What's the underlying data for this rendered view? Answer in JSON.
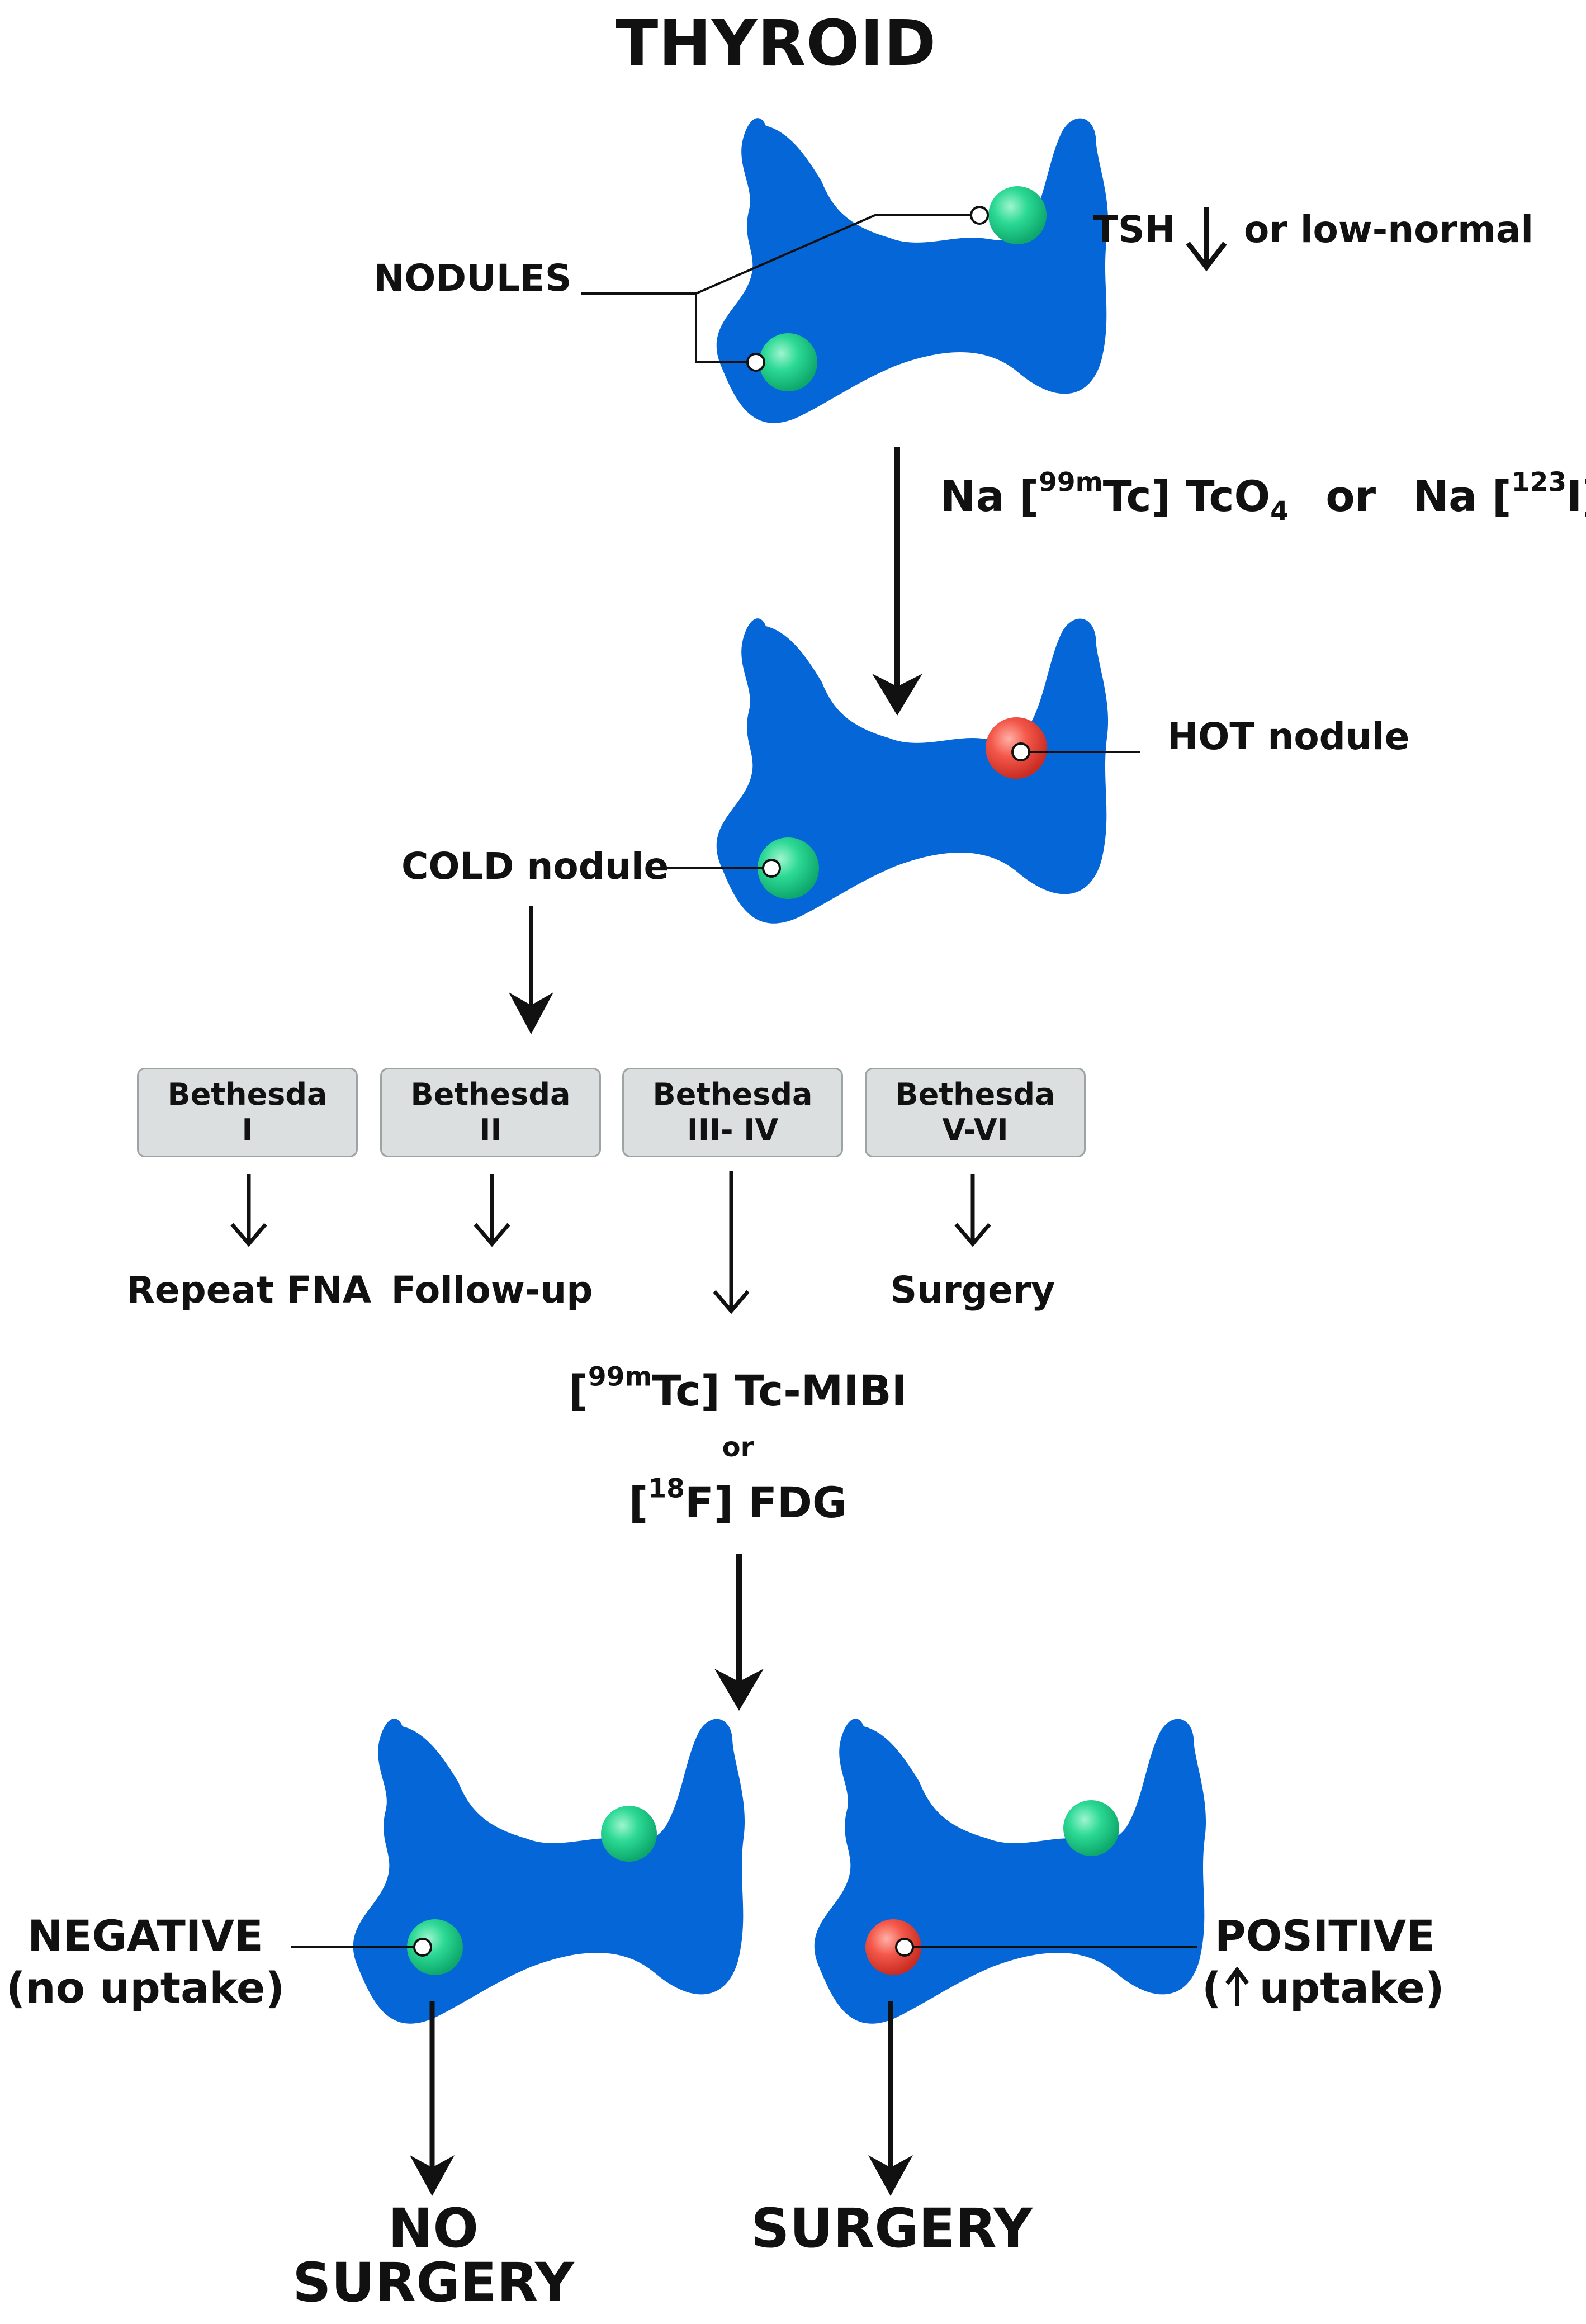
{
  "title": "THYROID",
  "labels": {
    "nodules": "NODULES",
    "tsh": "TSH",
    "low_normal": "or low-normal",
    "tracer1_a": "Na [",
    "tracer1_sup": "99m",
    "tracer1_b": "Tc] TcO",
    "tracer1_sub": "4",
    "tracer_or": "or",
    "tracer2_a": "Na [",
    "tracer2_sup": "123",
    "tracer2_b": "I] I",
    "hot_nodule": "HOT nodule",
    "cold_nodule": "COLD nodule",
    "mibi_a": "[",
    "mibi_sup": "99m",
    "mibi_b": "Tc] Tc-MIBI",
    "or": "or",
    "fdg_a": "[",
    "fdg_sup": "18",
    "fdg_b": "F] FDG",
    "negative": "NEGATIVE",
    "no_uptake": "(no uptake)",
    "positive": "POSITIVE",
    "uptake_open": "(",
    "uptake_rest": "uptake)",
    "no_surgery_1": "NO",
    "no_surgery_2": "SURGERY",
    "surgery": "SURGERY"
  },
  "bethesda": [
    {
      "name": "Bethesda",
      "class": "I",
      "outcome": "Repeat FNA"
    },
    {
      "name": "Bethesda",
      "class": "II",
      "outcome": "Follow-up"
    },
    {
      "name": "Bethesda",
      "class": "III- IV",
      "outcome": ""
    },
    {
      "name": "Bethesda",
      "class": "V-VI",
      "outcome": "Surgery"
    }
  ],
  "colors": {
    "gland": "#0566d8",
    "cold": "#26d690",
    "hot": "#f25545",
    "box_fill": "#dcdfdf",
    "box_border": "#9ea4a4",
    "ink": "#111111"
  },
  "icons": [
    "thyroid-gland-icon",
    "cold-nodule-icon",
    "hot-nodule-icon",
    "arrow-down-icon",
    "arrow-up-icon"
  ]
}
